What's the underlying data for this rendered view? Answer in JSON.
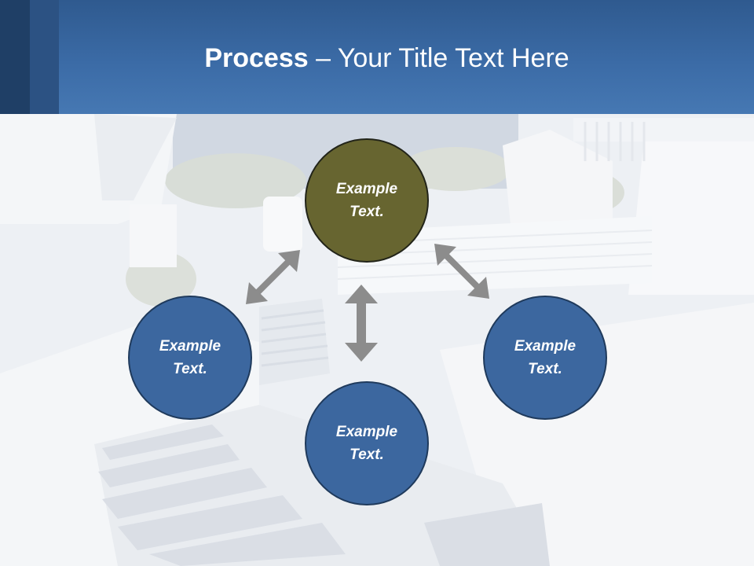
{
  "slide": {
    "title_bold": "Process",
    "title_rest": " – Your Title Text Here"
  },
  "diagram": {
    "nodes": [
      {
        "id": "top",
        "text": "Example Text.",
        "color": "#676530"
      },
      {
        "id": "left",
        "text": "Example Text.",
        "color": "#3c679f"
      },
      {
        "id": "right",
        "text": "Example Text.",
        "color": "#3c679f"
      },
      {
        "id": "bottom",
        "text": "Example Text.",
        "color": "#3c679f"
      }
    ],
    "arrow_color": "#8c8c8c"
  },
  "colors": {
    "header": "#3b6ba6",
    "header_dark": "#1f3f66"
  }
}
